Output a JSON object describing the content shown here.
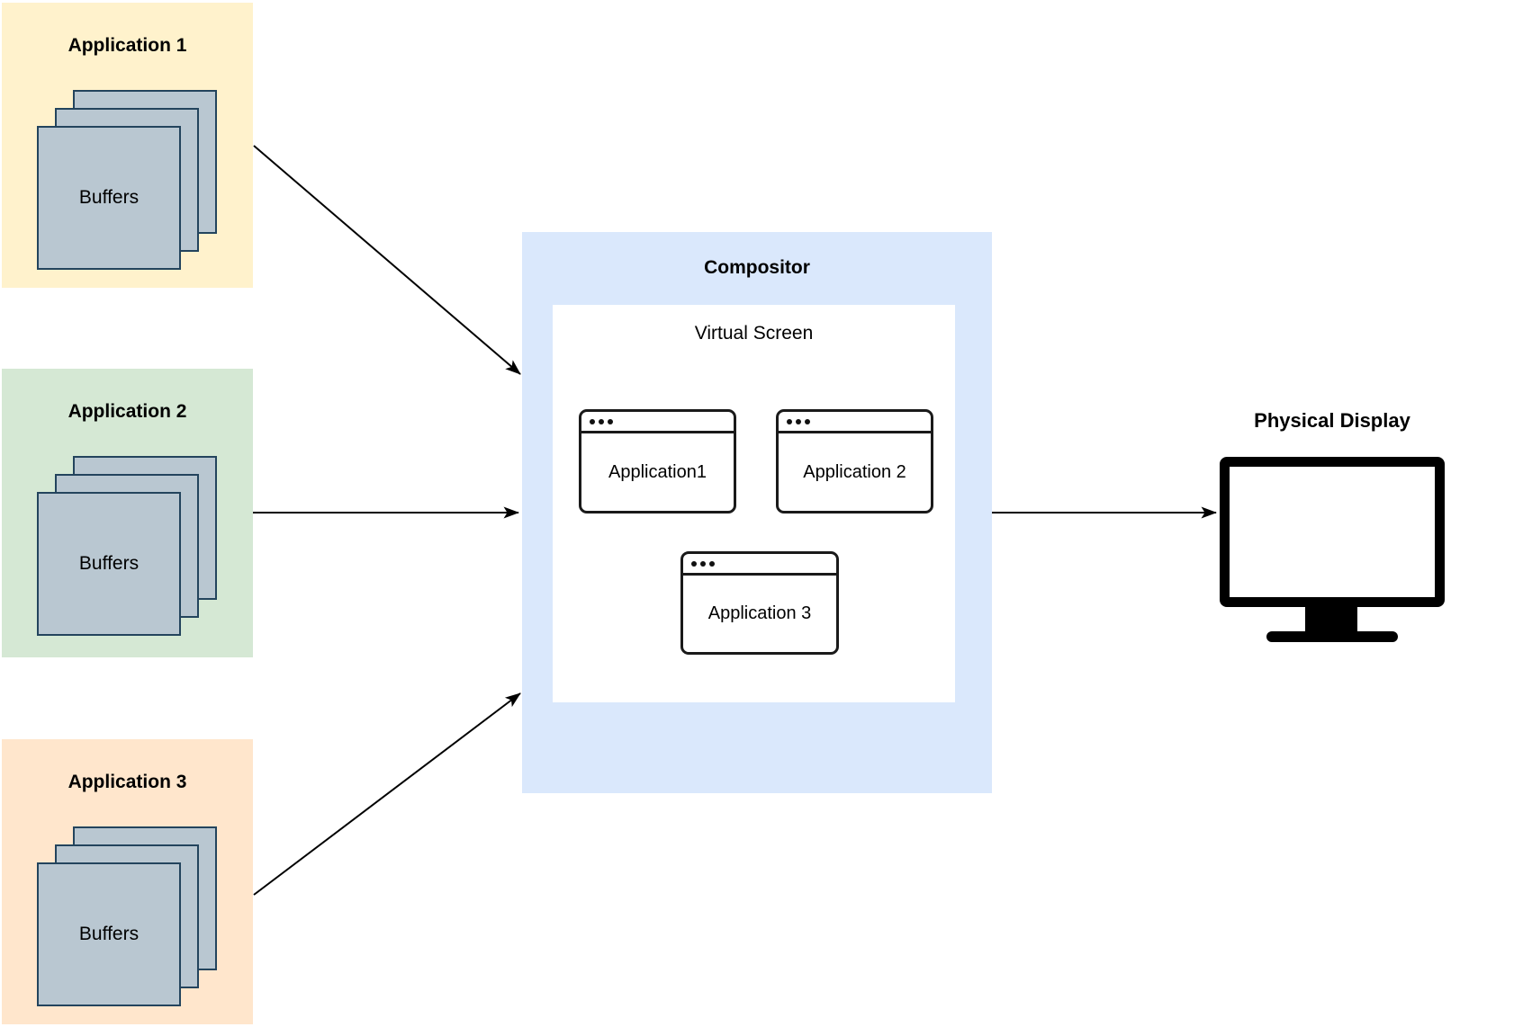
{
  "colors": {
    "app1_bg": "#FFF2CC",
    "app2_bg": "#D5E8D4",
    "app3_bg": "#FFE6CC",
    "compositor_bg": "#DAE8FC",
    "buffer_fill": "#B9C7D1",
    "buffer_border": "#23445D",
    "window_border": "#1A1A1A",
    "arrow": "#000000"
  },
  "applications": [
    {
      "title": "Application 1",
      "buffers_label": "Buffers"
    },
    {
      "title": "Application 2",
      "buffers_label": "Buffers"
    },
    {
      "title": "Application 3",
      "buffers_label": "Buffers"
    }
  ],
  "compositor": {
    "title": "Compositor",
    "virtual_screen": {
      "title": "Virtual Screen",
      "windows": [
        {
          "label": "Application1"
        },
        {
          "label": "Application 2"
        },
        {
          "label": "Application 3"
        }
      ]
    }
  },
  "physical_display": {
    "title": "Physical Display"
  }
}
